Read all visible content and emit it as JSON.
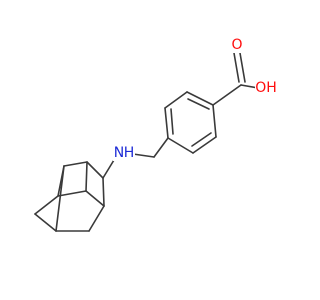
{
  "molecule": {
    "atom_labels": {
      "oxygen_carbonyl": "O",
      "hydroxyl": "OH",
      "amine": "H"
    },
    "colors": {
      "bond": "#3a3a3a",
      "oxygen": "#ff0d0d",
      "nitrogen": "#1d2bd6"
    }
  }
}
